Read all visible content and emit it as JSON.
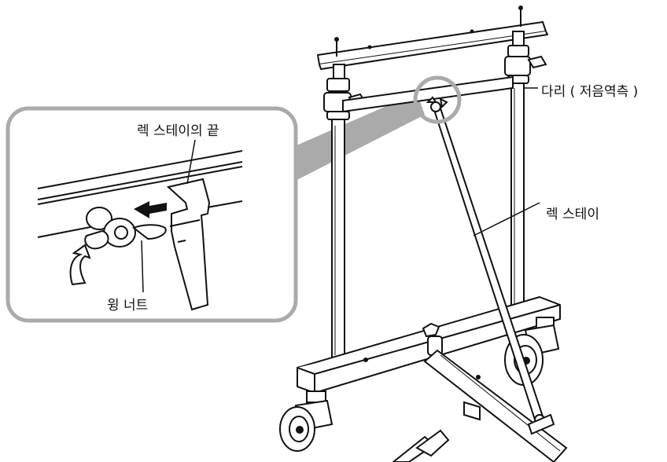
{
  "labels": {
    "leg_bass": "다리 ( 저음역측 )",
    "rack_stay_end": "렉 스테이의 끝",
    "rack_stay": "렉 스테이",
    "wing_nut": "윙 너트"
  },
  "colors": {
    "line": "#111111",
    "callout": "#aaaaaa",
    "fill": "#ffffff"
  }
}
